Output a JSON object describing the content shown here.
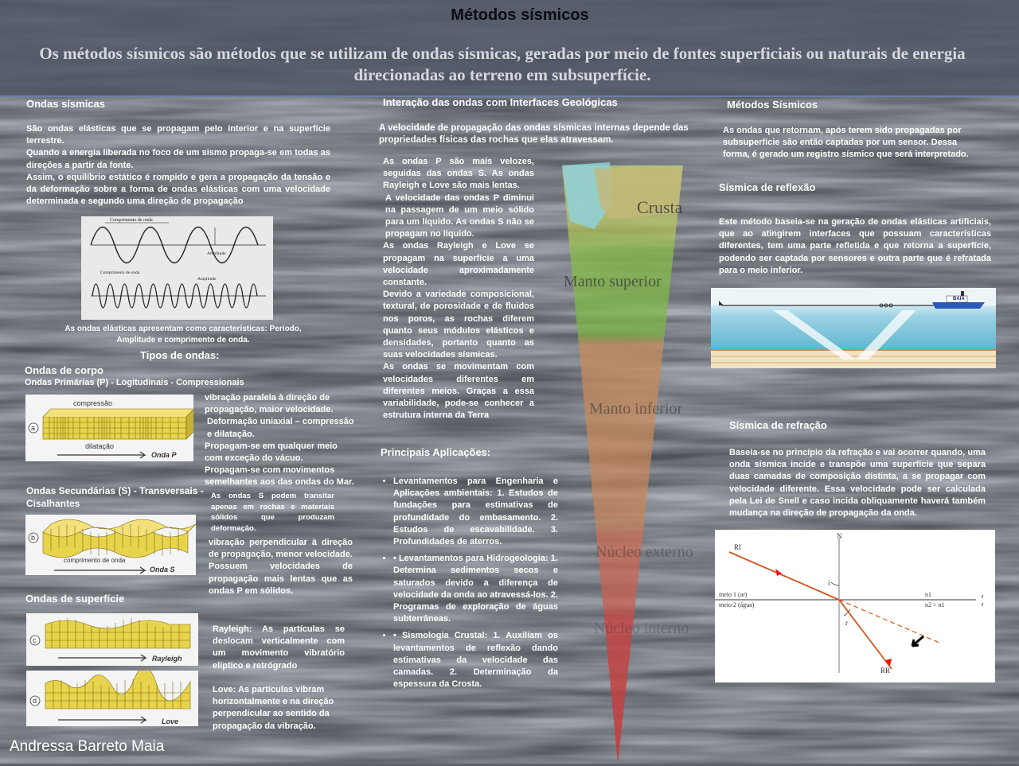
{
  "header": {
    "title": "Métodos sísmicos",
    "subtitle": "Os métodos sísmicos são métodos  que se utilizam de ondas sísmicas, geradas por meio de fontes superficiais ou naturais de energia direcionadas ao terreno em subsuperfície."
  },
  "left": {
    "heading": "Ondas sísmicas",
    "para1": "São ondas elásticas que se propagam pelo interior e na superfície terrestre.",
    "para2": "Quando a energia liberada no foco de um sismo propaga-se em todas as direções a partir da fonte.",
    "para3": "Assim, o equilíbrio estático é rompido e gera a propagação da tensão e da deformação sobre a forma de ondas elásticas com uma velocidade determinada e segundo uma direção de propagação",
    "wave_fig": {
      "label_top": "Comprimento de onda",
      "label_amp": "Amplitude",
      "label_bottom": "Comprimento de onda",
      "label_amp2": "Amplitude"
    },
    "wave_caption": "As ondas elásticas apresentam como características: Período, Amplitude e comprimento de onda.",
    "tipos": "Tipos de ondas:",
    "corpo_heading": "Ondas de corpo",
    "primarias": "Ondas Primárias (P) - Logitudinais - Compressionais",
    "fig_a": {
      "letter": "a",
      "top": "compressão",
      "mid": "dilatação",
      "name": "Onda  P"
    },
    "p_desc1": "vibração paralela à direção de propagação, maior velocidade.",
    "p_desc2": "Deformação uniaxial – compressão e dilatação.",
    "p_desc3": "Propagam-se em qualquer meio com exceção do vácuo.",
    "p_desc4": "Propagam-se com movimentos semelhantes aos das ondas do Mar.",
    "secundarias": "Ondas Secundárias (S) - Transversais - Cisalhantes",
    "s_note": "As ondas S podem transitar apenas em rochas e materiais sólidos que produzam deformação.",
    "fig_b": {
      "letter": "b",
      "mid": "comprimento  de  onda",
      "name": "Onda  S"
    },
    "s_desc": "vibração perpendicular à direção de propagação, menor velocidade.",
    "s_desc2": "Possuem velocidades de propagação mais lentas que as ondas P em sólidos.",
    "superficie_heading": "Ondas de superfície",
    "fig_c": {
      "letter": "c",
      "name": "Rayleigh"
    },
    "fig_d": {
      "letter": "d",
      "name": "Love"
    },
    "rayleigh": "Rayleigh: As partículas se deslocam verticalmente com um movimento vibratório elíptico e retrógrado",
    "love": "Love: As partículas vibram horizontalmente e na direção perpendicular ao sentido da propagação da vibração."
  },
  "middle": {
    "heading": "Interação das ondas com Interfaces Geológicas",
    "intro": "A velocidade de propagação das ondas sísmicas internas depende das propriedades físicas das rochas que elas atravessam.",
    "col1": "As ondas P são mais velozes, seguidas das ondas S. As ondas Rayleigh e Love são mais lentas.",
    "col2": "A velocidade das ondas P diminui na passagem de um meio sólido para um líquido. As ondas S não se propagam no líquido.",
    "col3": "As ondas Rayleigh e Love se propagam na superfície a uma velocidade aproximadamente constante.",
    "col4": "Devido a variedade composicional, textural, de porosidade e de fluidos nos poros, as rochas diferem quanto seus módulos elásticos e densidades, portanto quanto as suas velocidades sísmicas.",
    "col5": "As ondas se movimentam com velocidades diferentes em diferentes meios. Graças a essa variabilidade, pode-se conhecer a estrutura interna da Terra",
    "layers": {
      "crusta": "Crusta",
      "manto_sup": "Manto superior",
      "manto_inf": "Manto inferior",
      "nucleo_ext": "Núcleo externo",
      "nucleo_int": "Núcleo interno"
    },
    "apps_heading": "Principais Aplicações:",
    "app1": "Levantamentos para Engenharia e Aplicações ambientais: 1. Estudos de fundações para estimativas de profundidade do embasamento. 2. Estudos de escavabilidade. 3. Profundidades de aterros.",
    "app2": "• Levantamentos para Hidrogeologia: 1. Determina sedimentos secos e saturados devido a diferença de velocidade da onda ao atravessá-los. 2. Programas de exploração de águas subterrâneas.",
    "app3": "• Sismologia Crustal: 1. Auxiliam os levantamentos de reflexão dando estimativas da velocidade das camadas. 2. Determinação da espessura da Crosta."
  },
  "right": {
    "heading": "Métodos Sísmicos",
    "intro": "As ondas que retornam, após terem sido propagadas por subsuperfície são então captadas por um sensor. Dessa forma, é gerado um registro sísmico que será interpretado.",
    "reflexao_heading": "Sísmica de reflexão",
    "reflexao": "Este método baseia-se na geração de ondas elásticas artificiais, que ao atingirem interfaces que possuam características diferentes, tem uma parte refletida e que retorna a superfície, podendo ser captada por sensores e outra parte que é refratada para o meio inferior.",
    "ship_label": "BAIA",
    "refracao_heading": "Sísmica de refração",
    "refracao": "Baseia-se no princípio da refração e vai ocorrer quando, uma onda sísmica incide e transpõe uma superfície que separa duas camadas de composição distinta, a se propagar com velocidade diferente. Essa velocidade pode ser calculada pela Lei de Snell e caso incida obliquamente haverá também mudança na direção de propagação da onda.",
    "refr_fig": {
      "ri": "RI",
      "rr": "RR",
      "n": "N",
      "i": "i",
      "r": "r",
      "meio1": "meio 1 (ar)",
      "meio2": "meio 2 (água)",
      "n1": "n1",
      "n2": "n2 > n1"
    }
  },
  "author": "Andressa Barreto Maia"
}
